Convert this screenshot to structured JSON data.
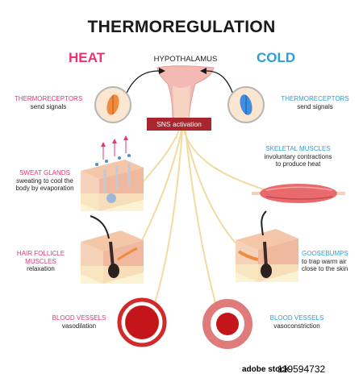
{
  "title": "THERMOREGULATION",
  "heat": "HEAT",
  "cold": "COLD",
  "hypothalamus": "HYPOTHALAMUS",
  "sns": "SNS activation",
  "left": {
    "thermo": {
      "head": "THERMORECEPTORS",
      "sub": "send signals"
    },
    "sweat": {
      "head": "SWEAT GLANDS",
      "sub1": "sweating to cool the",
      "sub2": "body by evaporation"
    },
    "hair": {
      "head1": "HAIR FOLLICLE",
      "head2": "MUSCLES",
      "sub": "relaxation"
    },
    "vessels": {
      "head": "BLOOD VESSELS",
      "sub": "vasodilation"
    }
  },
  "right": {
    "thermo": {
      "head": "THERMORECEPTORS",
      "sub": "send signals"
    },
    "skeletal": {
      "head": "SKELETAL MUSCLES",
      "sub1": "involuntary contractions",
      "sub2": "to produce heat"
    },
    "goose": {
      "head": "GOOSEBUMPS",
      "sub1": "to trap warm air",
      "sub2": "close to the skin"
    },
    "vessels": {
      "head": "BLOOD VESSELS",
      "sub": "vasoconstriction"
    }
  },
  "watermark": {
    "brand": "adobe stock",
    "id": "119594732"
  },
  "colors": {
    "heat": "#e8356f",
    "cold": "#2b9fd8",
    "nerve": "#f3e0a8",
    "sns": "#a8262d"
  }
}
